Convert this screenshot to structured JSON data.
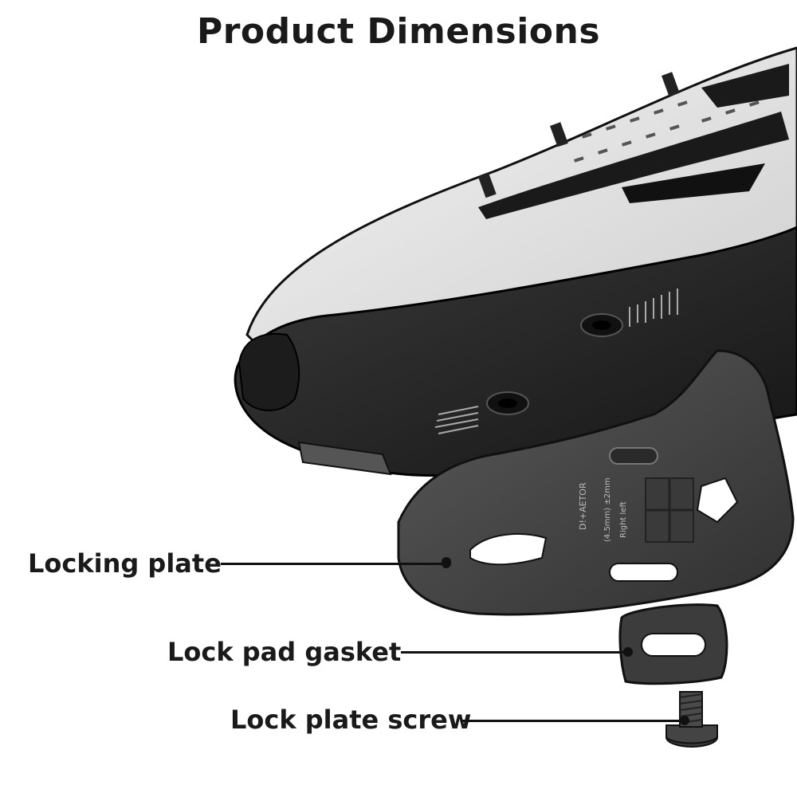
{
  "title": "Product Dimensions",
  "callouts": {
    "locking_plate": "Locking plate",
    "lock_pad_gasket": "Lock pad gasket",
    "lock_plate_screw": "Lock plate screw"
  },
  "cleat_markings": {
    "brand": "D!+AETOR",
    "spec": "(4.5mm) ±2mm",
    "side": "Right  left"
  },
  "colors": {
    "upper": "#e8e8e8",
    "sole": "#2a2a2a",
    "cleat": "#4a4a4a"
  }
}
